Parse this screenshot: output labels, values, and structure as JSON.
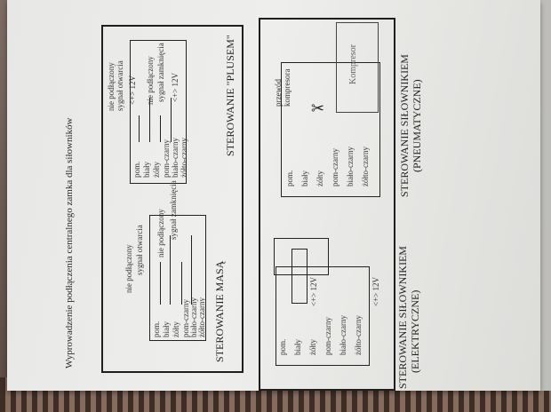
{
  "document": {
    "heading": "Wyprowadzenie podłączenia centralnego zamka dla siłowników",
    "section_a": {
      "title": "STEROWANIE MASĄ",
      "connector_pins": [
        "pom.",
        "biały",
        "żółty",
        "pom-czarny",
        "biało-czarny",
        "żółto-czarny"
      ],
      "descriptions": [
        "nie podłączony",
        "sygnał otwarcia",
        "nie podłączony",
        "sygnał zamknięcia"
      ]
    },
    "section_b": {
      "title": "STEROWANIE \"PLUSEM\"",
      "connector_pins": [
        "pom.",
        "biały",
        "żółty",
        "pom-czarny",
        "biało-czarny",
        "żółto-czarny"
      ],
      "descriptions": [
        "nie podłączony",
        "sygnał otwarcia",
        "<+> 12V",
        "nie podłączony",
        "sygnał zamknięcia",
        "<+> 12V"
      ]
    },
    "section_c": {
      "title_line1": "STEROWANIE SIŁOWNIKIEM",
      "title_line2": "(ELEKTRYCZNE)",
      "connector_pins": [
        "pom.",
        "biały",
        "żółty",
        "pom-czarny",
        "biało-czarny",
        "żółto-czarny"
      ],
      "descriptions": [
        "<+> 12V",
        "<+> 12V"
      ]
    },
    "section_d": {
      "title_line1": "STEROWANIE SIŁOWNIKIEM",
      "title_line2": "(PNEUMATYCZNE)",
      "connector_pins": [
        "pom.",
        "biały",
        "żółty",
        "pom-czarny",
        "biało-czarny",
        "żółto-czarny"
      ],
      "wire_label_line1": "przewód",
      "wire_label_line2": "kompresora",
      "component": "Kompresor"
    }
  }
}
